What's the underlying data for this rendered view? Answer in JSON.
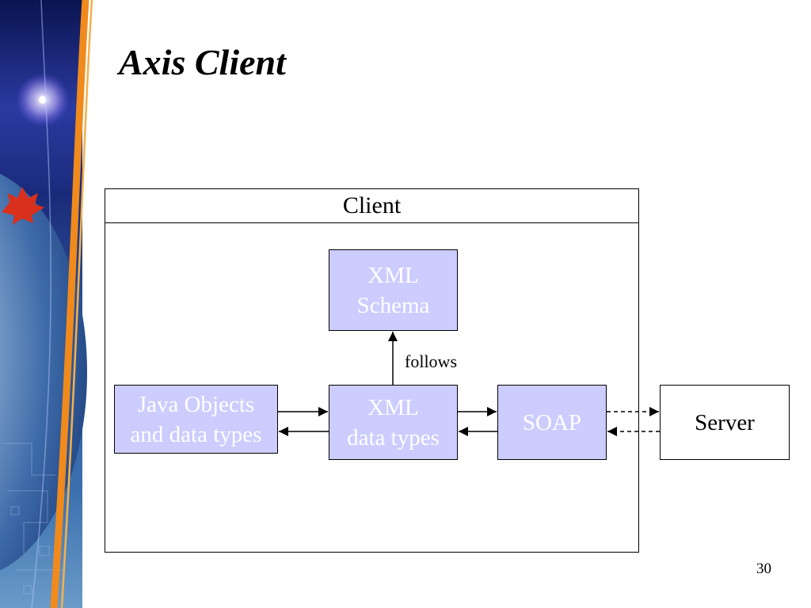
{
  "slide": {
    "title": "Axis Client",
    "page_number": "30"
  },
  "diagram": {
    "client_label": "Client",
    "nodes": {
      "xml_schema": [
        "XML",
        "Schema"
      ],
      "java_objects": [
        "Java Objects",
        "and data types"
      ],
      "xml_data_types": [
        "XML",
        "data types"
      ],
      "soap": [
        "SOAP"
      ],
      "server": [
        "Server"
      ]
    },
    "edge_label_follows": "follows"
  },
  "colors": {
    "node_fill": "#ccccff",
    "node_text": "#ffffff",
    "accent_orange": "#f08a1c",
    "sidebar_blue": "#1a2a7a"
  }
}
